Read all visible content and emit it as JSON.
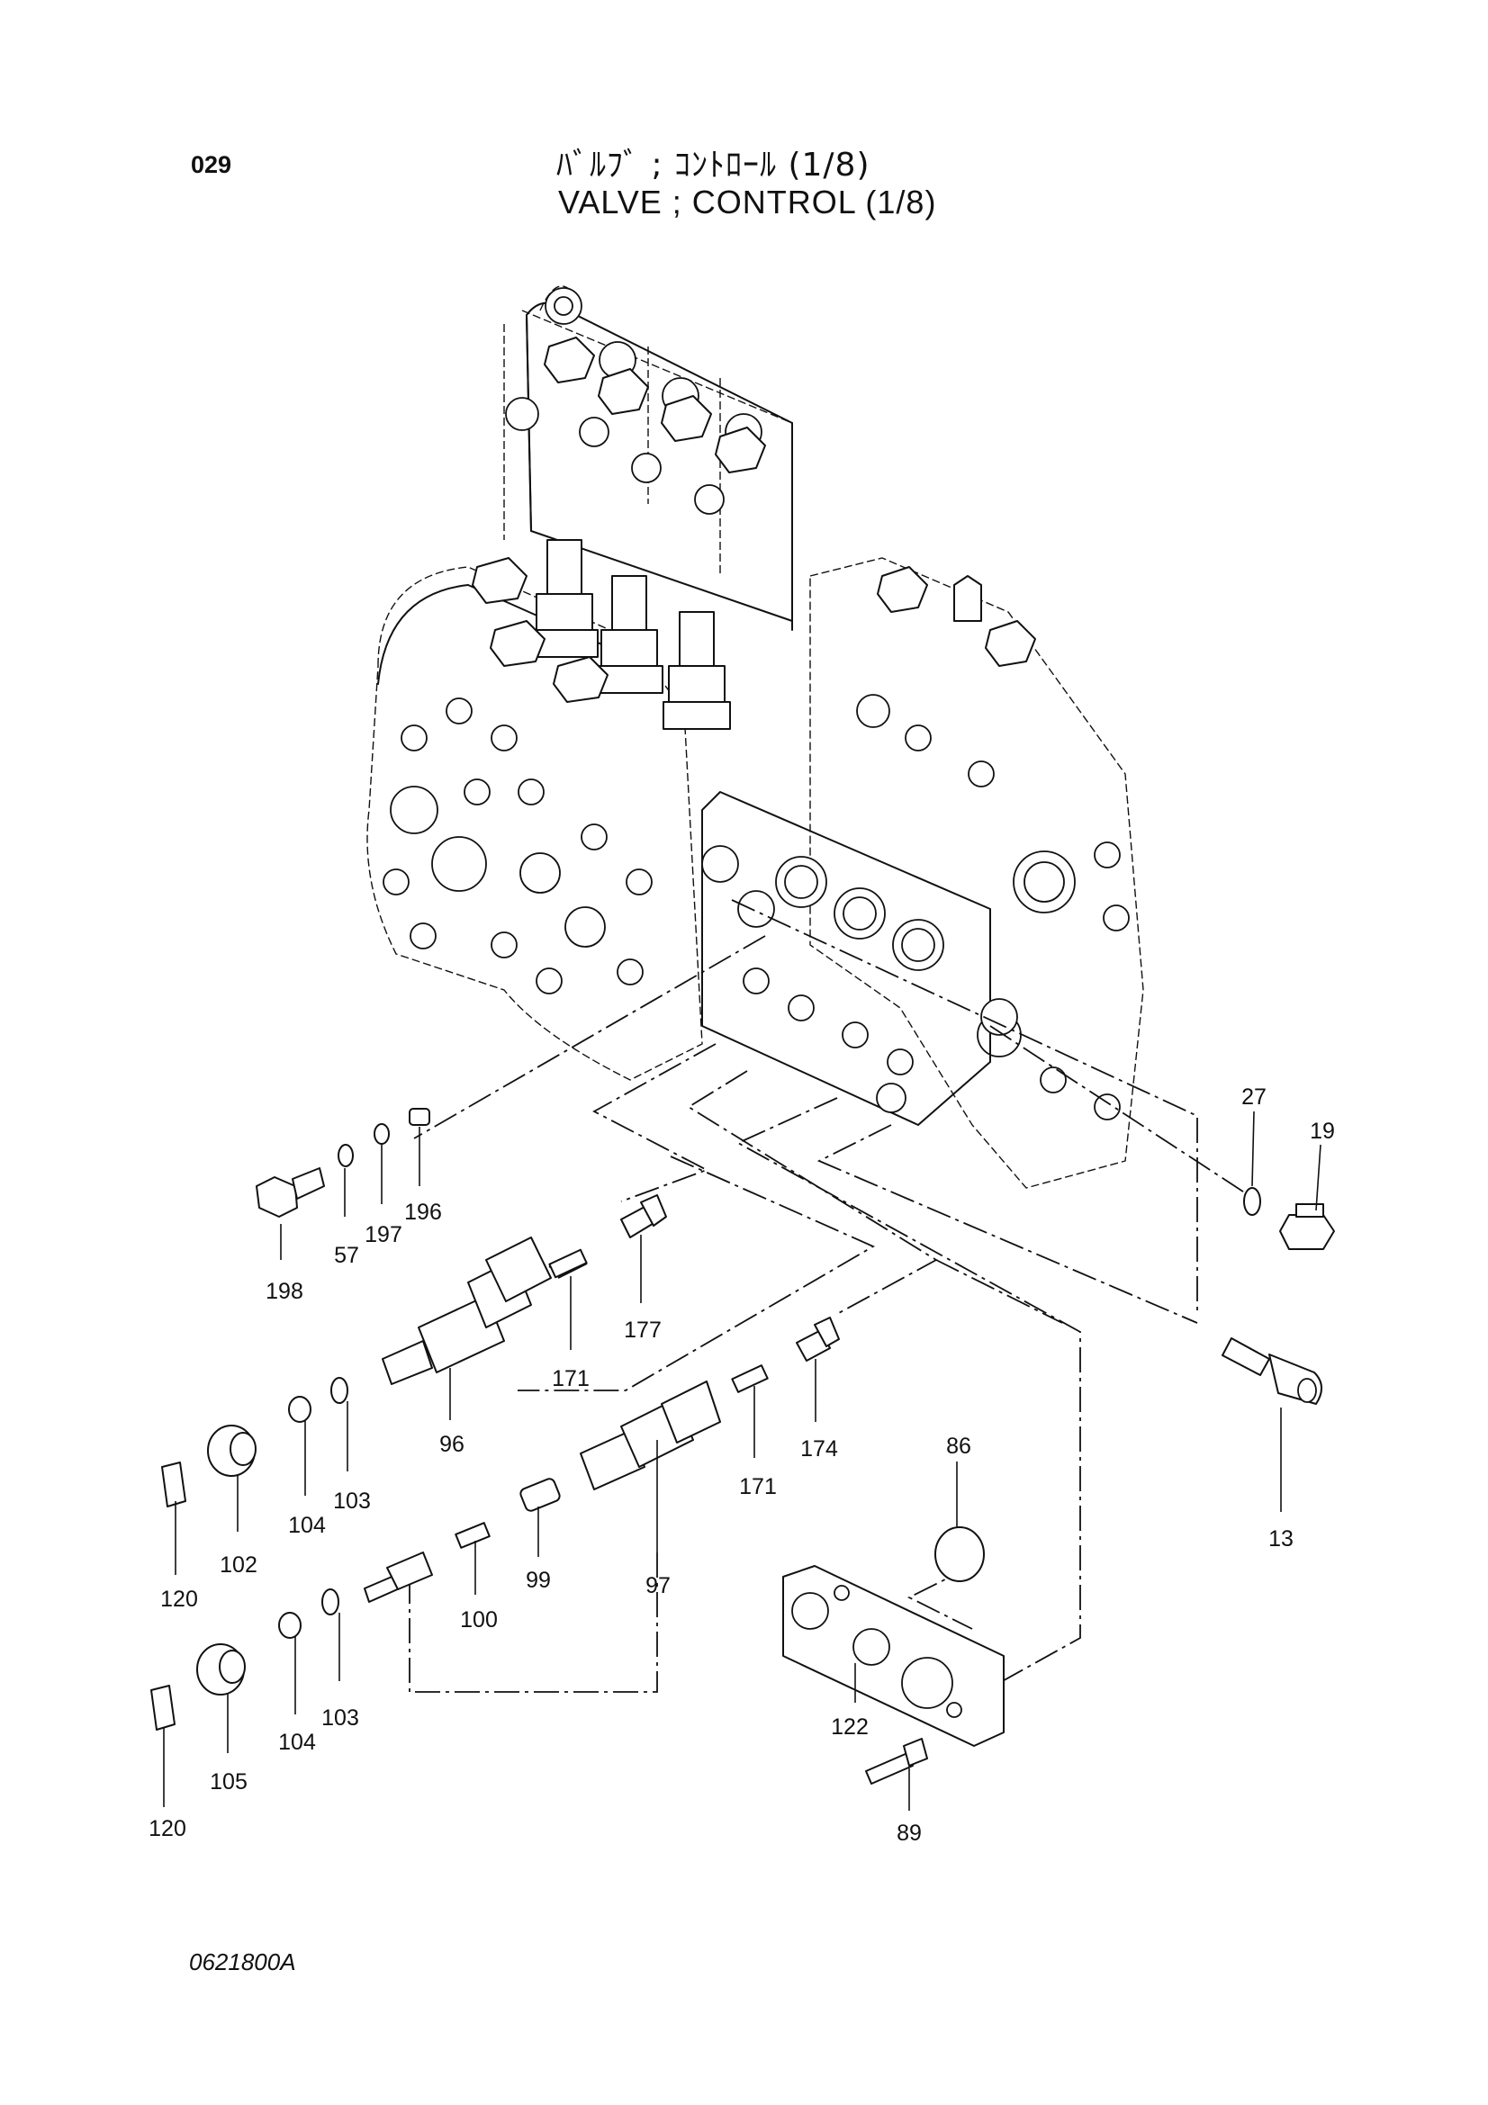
{
  "page_number": "029",
  "title_jp": "ﾊﾞﾙﾌﾞ ; ｺﾝﾄﾛｰﾙ (1/8)",
  "title_en": "VALVE ; CONTROL (1/8)",
  "drawing_code": "0621800A",
  "callouts": {
    "p27": "27",
    "p19": "19",
    "p13": "13",
    "p198": "198",
    "p57": "57",
    "p197": "197",
    "p196": "196",
    "p177": "177",
    "p171a": "171",
    "p96": "96",
    "p174": "174",
    "p171b": "171",
    "p86": "86",
    "p120a": "120",
    "p102": "102",
    "p104a": "104",
    "p103a": "103",
    "p99": "99",
    "p100": "100",
    "p97": "97",
    "p122": "122",
    "p89": "89",
    "p120b": "120",
    "p105": "105",
    "p104b": "104",
    "p103b": "103"
  }
}
